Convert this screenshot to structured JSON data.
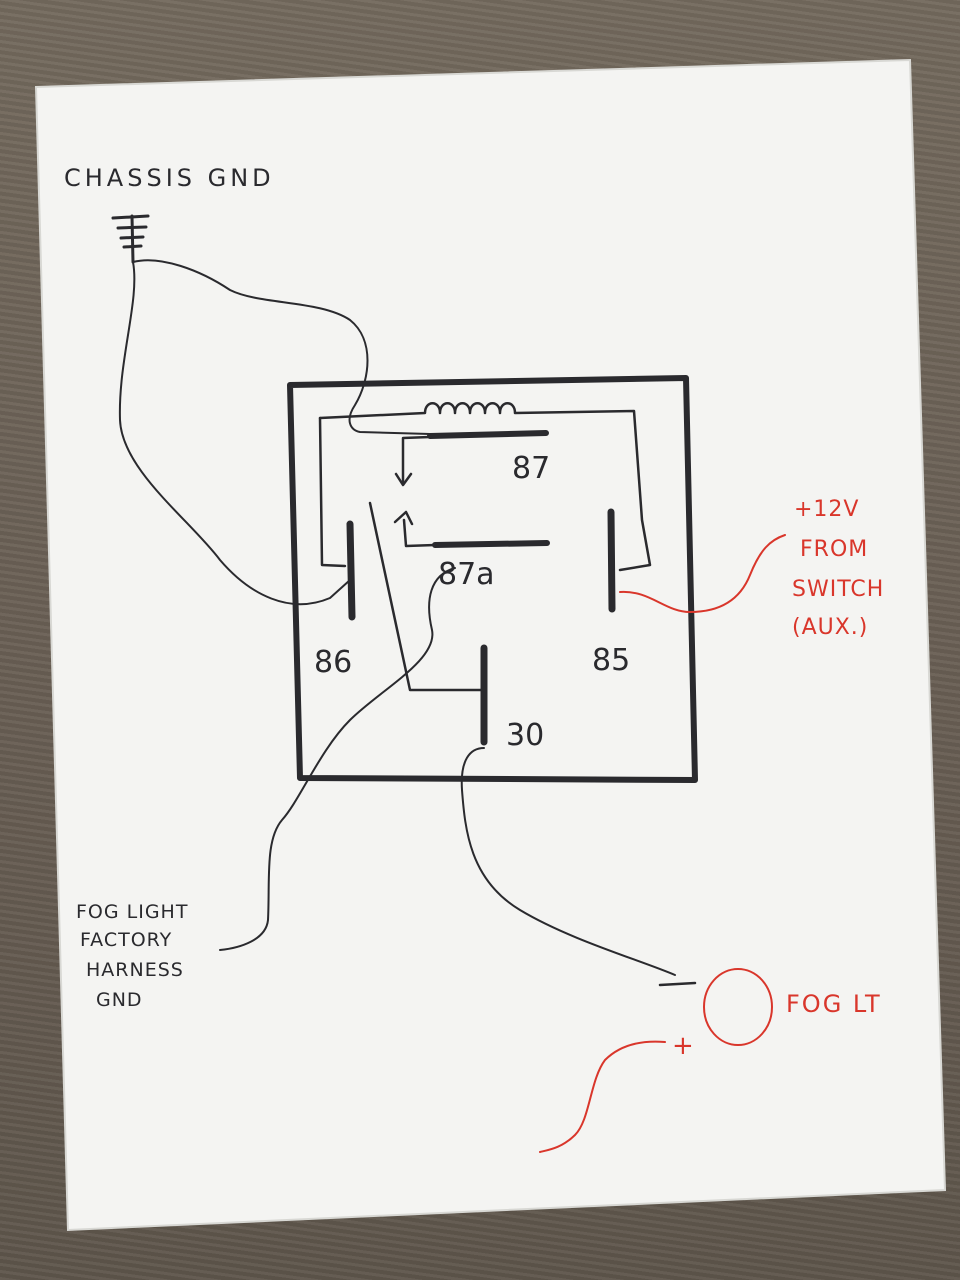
{
  "labels": {
    "chassis_gnd": "CHASSIS GND",
    "pin_87": "87",
    "pin_87a": "87a",
    "pin_86": "86",
    "pin_85": "85",
    "pin_30": "30",
    "supply_line1": "+12V",
    "supply_line2": "FROM",
    "supply_line3": "SWITCH",
    "supply_line4": "(AUX.)",
    "harness_line1": "FOG LIGHT",
    "harness_line2": "FACTORY",
    "harness_line3": "HARNESS",
    "harness_line4": "GND",
    "fog_lt": "FOG LT",
    "minus": "−",
    "plus": "+"
  },
  "colors": {
    "ink_black": "#2a2a2e",
    "ink_red": "#d9362b",
    "paper": "#f4f4f2",
    "desk": "#6e6459"
  }
}
